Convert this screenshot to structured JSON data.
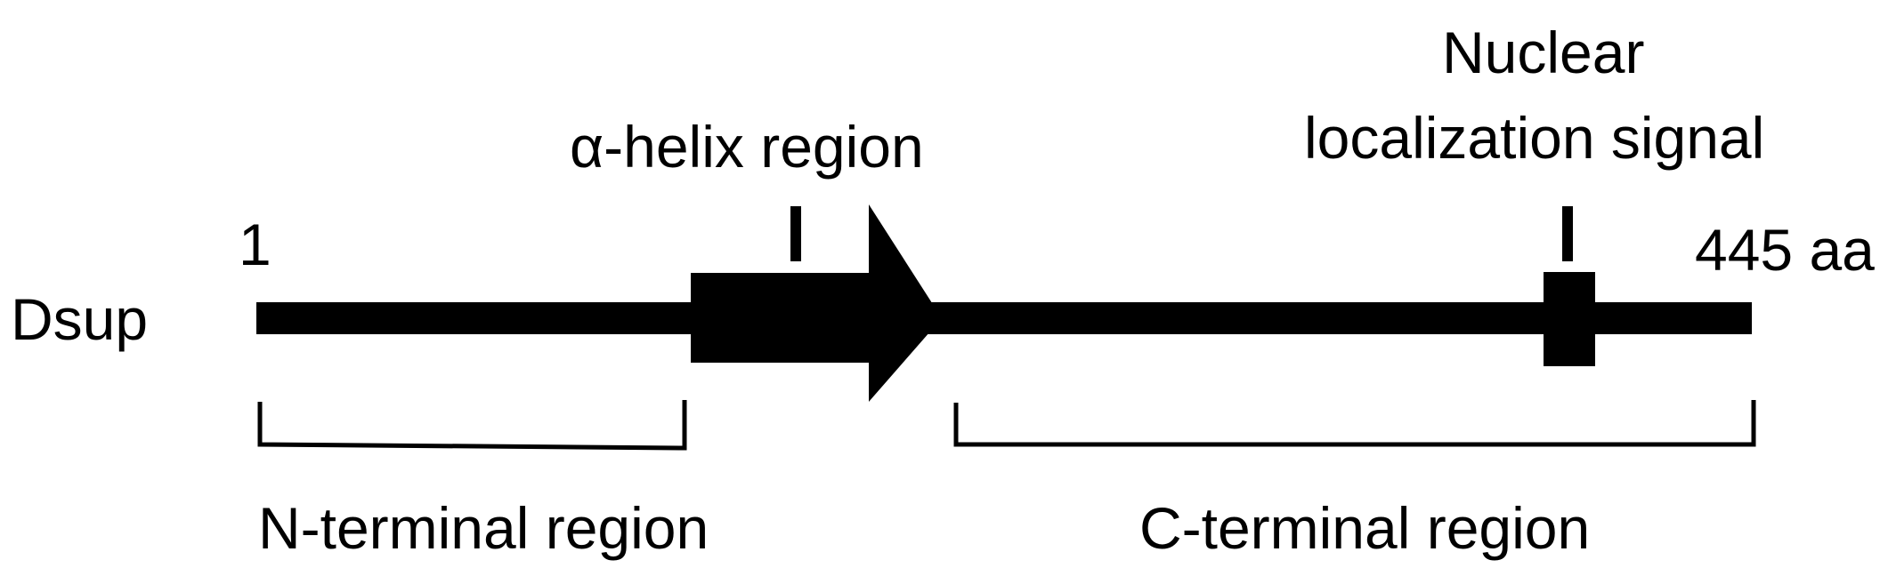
{
  "protein_name": "Dsup",
  "start_position": "1",
  "end_position": "445 aa",
  "domains": {
    "helix": {
      "label": "α-helix region"
    },
    "nls": {
      "label_line1": "Nuclear",
      "label_line2": "localization signal"
    }
  },
  "regions": {
    "n_terminal": {
      "label": "N-terminal region"
    },
    "c_terminal": {
      "label": "C-terminal region"
    }
  }
}
